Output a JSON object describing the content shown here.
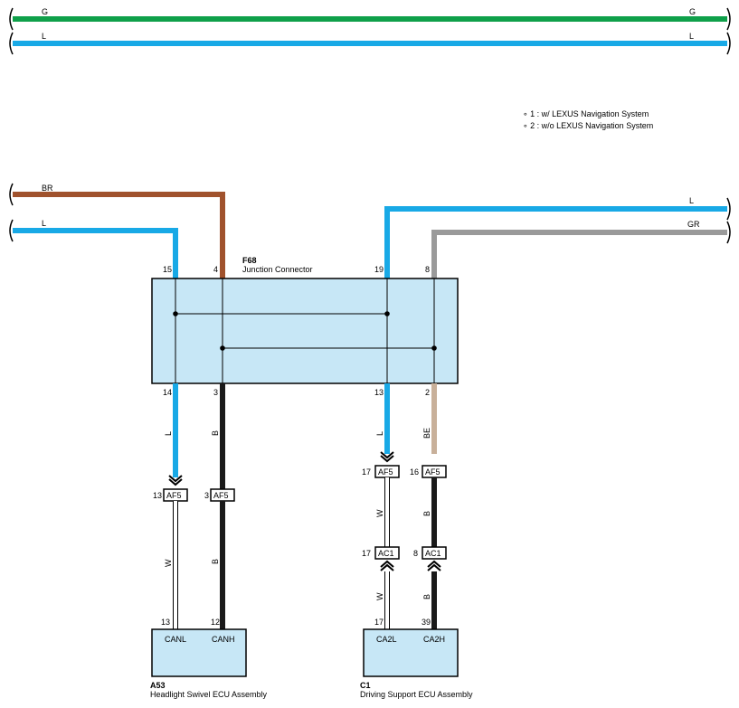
{
  "notes": [
    "∘ 1 : w/ LEXUS Navigation System",
    "∘ 2 : w/o LEXUS Navigation System"
  ],
  "colors": {
    "G": "#0fa04a",
    "L": "#18a9e6",
    "BR": "#a0522d",
    "GR": "#9a9a9a",
    "B": "#1a1a1a",
    "BE": "#c8b09a",
    "W": "#ffffff",
    "ecu_fill": "#c7e7f6"
  },
  "top_wires": [
    {
      "left_label": "G",
      "right_label": "G"
    },
    {
      "left_label": "L",
      "right_label": "L"
    }
  ],
  "incoming_wires": [
    {
      "label": "BR"
    },
    {
      "label": "L"
    },
    {
      "label": "L"
    },
    {
      "label": "GR"
    }
  ],
  "junction": {
    "id": "F68",
    "name": "Junction Connector",
    "pins_top": [
      "15",
      "4",
      "19",
      "8"
    ],
    "pins_bottom": [
      "14",
      "3",
      "13",
      "2"
    ]
  },
  "wire_colors_below": [
    "L",
    "B",
    "L",
    "BE"
  ],
  "connectors": {
    "af5": [
      {
        "pin": "13",
        "name": "AF5"
      },
      {
        "pin": "3",
        "name": "AF5"
      },
      {
        "pin": "17",
        "name": "AF5"
      },
      {
        "pin": "16",
        "name": "AF5"
      }
    ],
    "ac1": [
      {
        "pin": "17",
        "name": "AC1"
      },
      {
        "pin": "8",
        "name": "AC1"
      }
    ]
  },
  "lower_wire_labels": {
    "a53_left": "W",
    "a53_right": "B",
    "c1_mid_left": "W",
    "c1_mid_right": "B",
    "c1_low_left": "W",
    "c1_low_right": "B"
  },
  "ecus": [
    {
      "id": "A53",
      "name": "Headlight Swivel ECU Assembly",
      "pins": [
        {
          "num": "13",
          "signal": "CANL"
        },
        {
          "num": "12",
          "signal": "CANH"
        }
      ]
    },
    {
      "id": "C1",
      "name": "Driving Support ECU Assembly",
      "pins": [
        {
          "num": "17",
          "signal": "CA2L"
        },
        {
          "num": "39",
          "signal": "CA2H"
        }
      ]
    }
  ]
}
